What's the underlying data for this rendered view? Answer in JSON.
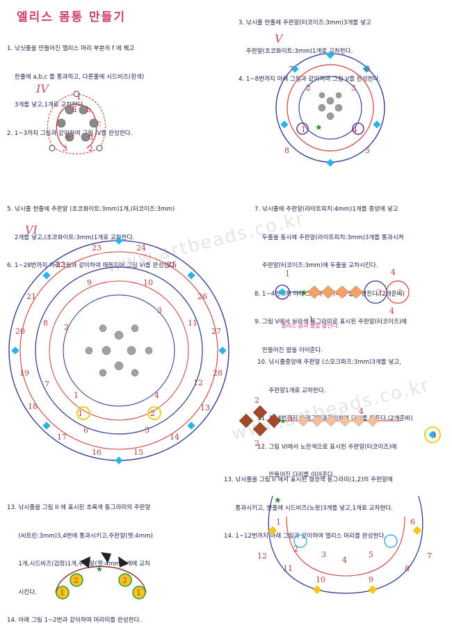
{
  "title": "엘리스 몸통 만들기",
  "steps_left_top": [
    "1. 낚싯줄을 만들어진 엘리스 머리 부분의 f 에 꿰고",
    "    한줄에 a,b,c 를 통과하고, 다른줄에 시드비즈(흰색)",
    "    3개를 넣고,1개로 교차한다.",
    "2. 1~3까지 그림과 같이하여 그림 IV를 완성한다."
  ],
  "steps_right_top": [
    "3. 낚시줄 한줄에 주판알(터코이즈:3mm)3개를 넣고",
    "    주판알(초코화이트:3mm)1개로 교차한다.",
    "4. 1~8번까지 아래 그림과 같이하여 그림 V를 완성한다."
  ],
  "steps_middle_left": [
    "5. 낚시줄 한줄에 주판알 (초코화이트:3mm)1개,(터코이즈:3mm)",
    "    2개를 넣고,(초코화이트:3mm)1개로 교차한다.",
    "6. 1~28번까지 아래그림과 같이하여 매듭지어 그림 VI를 완성한다."
  ],
  "steps_middle_right": [
    "7. 낚시줄에 주판알(라이트피치:4mm)1개를 중앙에 넣고",
    "    두줄을 동시에 주판알(라이트피치:3mm)3개를 통과시켜",
    "    주판알(터코이즈:3mm)에 두줄을 교차시킨다.",
    "8. 1~4번까지 아래 그림과 같이하여 팔을 만든다.(2개준비)",
    "9. 그림 V에서 보라색 동그라미로 표시된 주판알(터코이즈)에",
    "    만들어진 팔을 이어준다."
  ],
  "arm_caption": "엘리스 몸과 팔을 붙인다.",
  "steps_legs": [
    "10. 낚시줄중앙에 주판알 (스모크파즈:3mm)3개를 넣고,",
    "      주판알1개로 교차한다.",
    "11. 1~4번까지 아래그림과같이하여 다리를 만든다.(2개준비)",
    "12. 그림 VI에서 노란색으로 표시된 주판알(터코이즈)에",
    "      만들어진 다리를 이어준다."
  ],
  "steps_bottom_left": [
    "13. 낚시줄을 그림 II 에 표시된 초록색 동그라미의 주판알",
    "      (씨트린:3mm)3,4번에 통과시키고,주판알(젯:4mm)",
    "      1개,시드비즈(검정)1개,주판알(젯:4mm)1개에 교차",
    "      시킨다.",
    "14. 아래 그림 1~2번과 같이하여 머리띠를 완성한다."
  ],
  "steps_bottom_right": [
    "13. 낚시줄을 그림 II 에서 표시된 형광색 동그라미(1,2)의 주판알에",
    "      통과시키고, 한줄에 시드비즈(노랑)3개를 넣고,1개로 교차한다.",
    "14. 1~12번까지 아래 그림과 같이하여 엘리스 머리를 완성한다."
  ],
  "figure_labels": {
    "iv": "IV",
    "v": "V",
    "vi": "VI"
  },
  "fig_iv_letters": [
    "a",
    "b",
    "c",
    "d",
    "e"
  ],
  "watermark": "www.artbeads.co.kr"
}
